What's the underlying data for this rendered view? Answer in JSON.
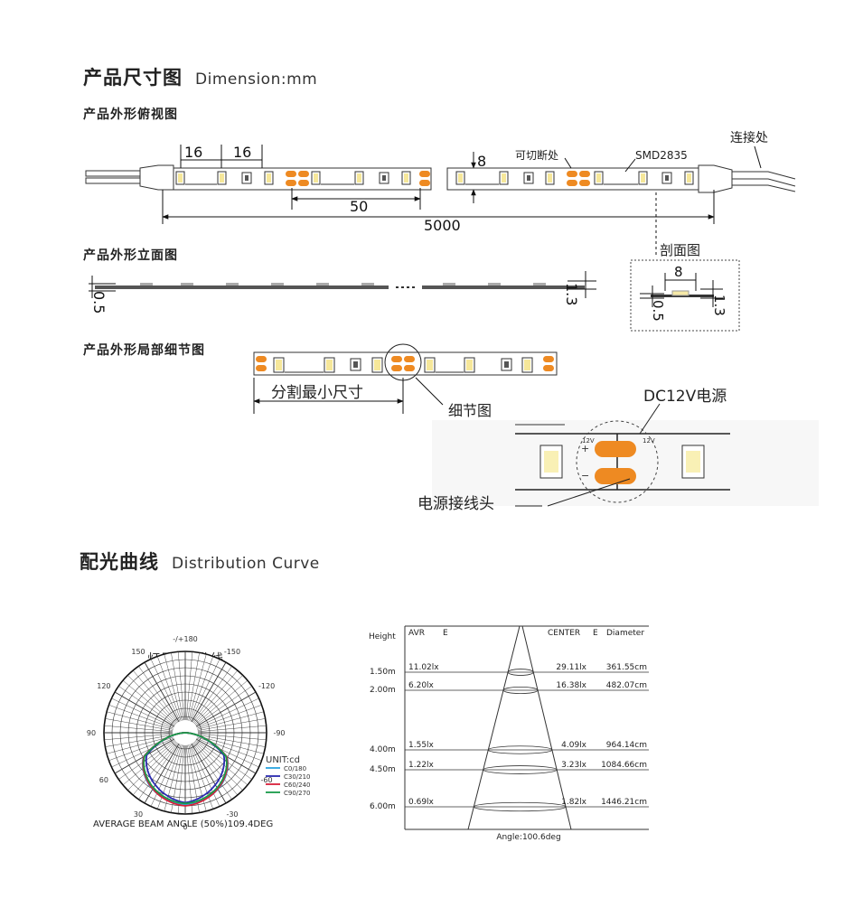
{
  "section_dimension": {
    "title": "产品尺寸图",
    "subtitle": "Dimension:mm"
  },
  "top_view": {
    "title": "产品外形俯视图",
    "dim_16a": "16",
    "dim_16b": "16",
    "dim_8": "8",
    "cut_label": "可切断处",
    "smd_label": "SMD2835",
    "connector_label": "连接处",
    "dim_50": "50",
    "dim_5000": "5000"
  },
  "side_view": {
    "title": "产品外形立面图",
    "dim_05": "0.5",
    "dim_13": "1.3"
  },
  "section_view": {
    "title": "剖面图",
    "dim_8": "8",
    "dim_05": "0.5",
    "dim_13": "1.3"
  },
  "detail_view": {
    "title": "产品外形局部细节图",
    "min_cut": "分割最小尺寸",
    "detail_label": "细节图",
    "power_label": "DC12V电源",
    "connector_label": "电源接线头",
    "v12a": "12V",
    "v12b": "12V",
    "plus": "+",
    "minus": "−"
  },
  "section_curve": {
    "title": "配光曲线",
    "subtitle": "Distribution Curve"
  },
  "polar": {
    "title": "灯具配光曲线",
    "angles": [
      "-/+180",
      "150",
      "120",
      "90",
      "60",
      "30",
      "0",
      "-30",
      "-60",
      "-90",
      "-120",
      "-150"
    ],
    "unit": "UNIT:cd",
    "legend": [
      {
        "label": "C0/180",
        "color": "#2aa4e0"
      },
      {
        "label": "C30/210",
        "color": "#2a2ab0"
      },
      {
        "label": "C60/240",
        "color": "#d8203a"
      },
      {
        "label": "C90/270",
        "color": "#1a9a4a"
      }
    ],
    "beam": "AVERAGE BEAM ANGLE (50%)109.4DEG"
  },
  "illum": {
    "header": {
      "height": "Height",
      "avr": "AVR",
      "e1": "E",
      "center": "CENTER",
      "e2": "E",
      "diameter": "Diameter"
    },
    "rows": [
      {
        "h": "1.50m",
        "avr": "11.02lx",
        "center": "29.11lx",
        "diam": "361.55cm"
      },
      {
        "h": "2.00m",
        "avr": "6.20lx",
        "center": "16.38lx",
        "diam": "482.07cm"
      },
      {
        "h": "4.00m",
        "avr": "1.55lx",
        "center": "4.09lx",
        "diam": "964.14cm"
      },
      {
        "h": "4.50m",
        "avr": "1.22lx",
        "center": "3.23lx",
        "diam": "1084.66cm"
      },
      {
        "h": "6.00m",
        "avr": "0.69lx",
        "center": "1.82lx",
        "diam": "1446.21cm"
      }
    ],
    "angle": "Angle:100.6deg"
  }
}
